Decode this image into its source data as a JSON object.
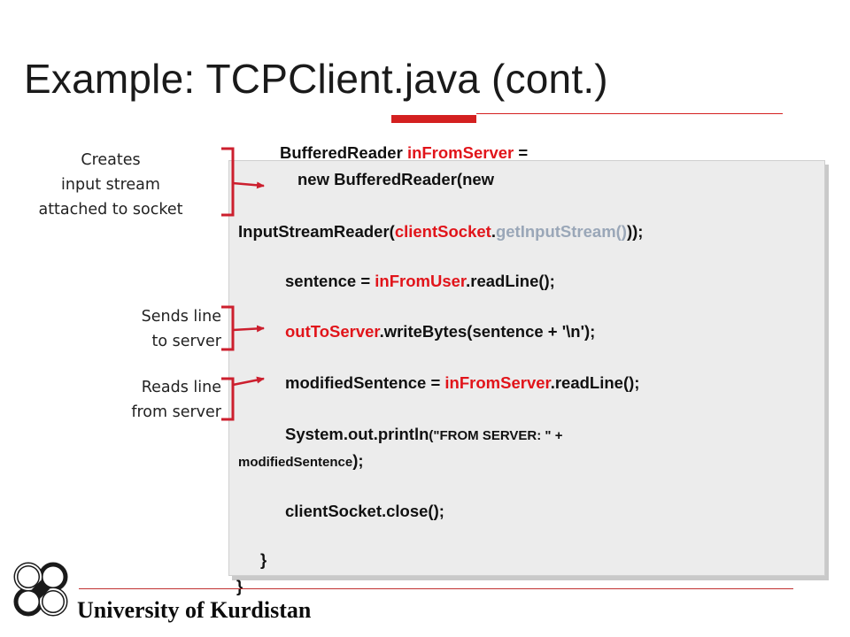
{
  "slide": {
    "title": "Example: TCPClient.java (cont.)",
    "footer": "University of Kurdistan"
  },
  "notes": {
    "creates": [
      "Creates",
      "input stream",
      "attached to socket"
    ],
    "sends": [
      "Sends line",
      "to server"
    ],
    "reads": [
      "Reads line",
      "from server"
    ]
  },
  "code": {
    "l1_a": "BufferedReader ",
    "l1_b": "inFromServer",
    "l1_c": " =",
    "l2": "new BufferedReader(new",
    "l3_a": "InputStreamReader(",
    "l3_b": "clientSocket",
    "l3_c": ".",
    "l3_d": "getInputStream()",
    "l3_e": "));",
    "l4_a": "sentence = ",
    "l4_b": "inFromUser",
    "l4_c": ".readLine();",
    "l5_a": "outToServer",
    "l5_b": ".writeBytes(sentence + '\\n');",
    "l6_a": "modifiedSentence = ",
    "l6_b": "inFromServer",
    "l6_c": ".readLine();",
    "l7_a": "System.out.println",
    "l7_b": "(\"FROM SERVER: \" +",
    "l8_a": "modifiedSentence",
    "l8_b": ");",
    "l9": "clientSocket.close();",
    "l10": "}",
    "l11": "}"
  },
  "colors": {
    "accent_red": "#d42020",
    "code_red": "#e1141a",
    "code_gray": "#9aa7b8"
  }
}
